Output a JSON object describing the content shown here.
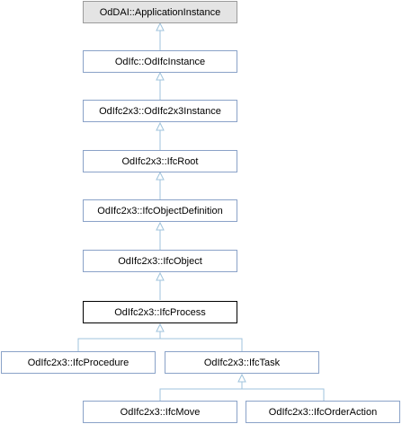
{
  "nodes": {
    "application_instance": "OdDAI::ApplicationInstance",
    "odifc_instance": "OdIfc::OdIfcInstance",
    "odifc2x3_instance": "OdIfc2x3::OdIfc2x3Instance",
    "ifc_root": "OdIfc2x3::IfcRoot",
    "ifc_object_definition": "OdIfc2x3::IfcObjectDefinition",
    "ifc_object": "OdIfc2x3::IfcObject",
    "ifc_process": "OdIfc2x3::IfcProcess",
    "ifc_procedure": "OdIfc2x3::IfcProcedure",
    "ifc_task": "OdIfc2x3::IfcTask",
    "ifc_move": "OdIfc2x3::IfcMove",
    "ifc_order_action": "OdIfc2x3::IfcOrderAction"
  },
  "colors": {
    "edge": "#9fc3dc",
    "node_border": "#8aa2c8",
    "root_fill": "#e4e4e4",
    "current_border": "#000000"
  }
}
